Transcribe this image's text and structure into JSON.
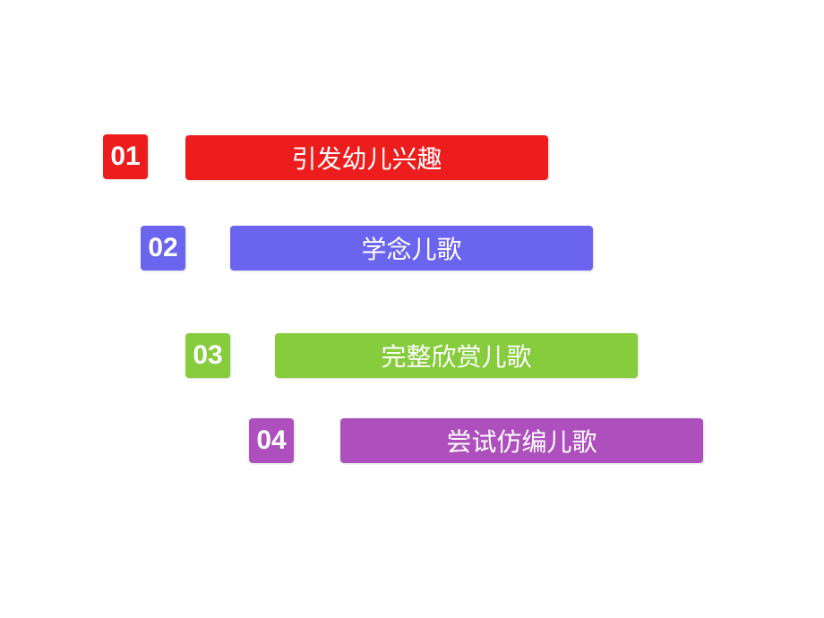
{
  "items": [
    {
      "number": "01",
      "label": "引发幼儿兴趣",
      "color": "#ee1d1d"
    },
    {
      "number": "02",
      "label": "学念儿歌",
      "color": "#6b64ee"
    },
    {
      "number": "03",
      "label": "完整欣赏儿歌",
      "color": "#86cc3c"
    },
    {
      "number": "04",
      "label": "尝试仿编儿歌",
      "color": "#ad4fbd"
    }
  ]
}
